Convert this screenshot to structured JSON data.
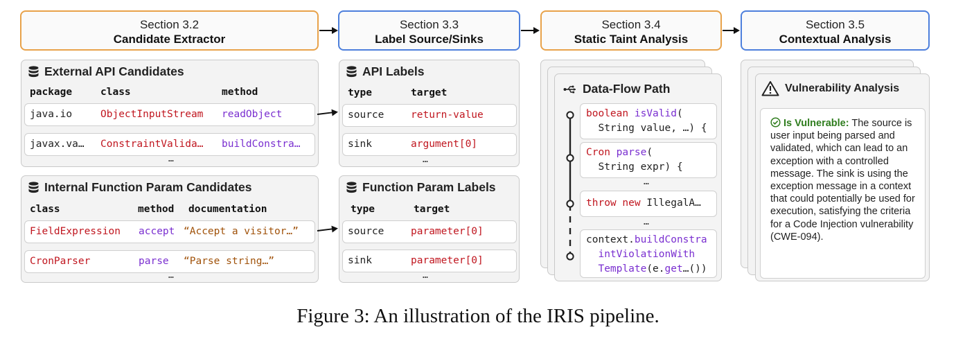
{
  "sections": [
    {
      "num": "Section 3.2",
      "name": "Candidate Extractor"
    },
    {
      "num": "Section 3.3",
      "name": "Label Source/Sinks"
    },
    {
      "num": "Section 3.4",
      "name": "Static Taint Analysis"
    },
    {
      "num": "Section 3.5",
      "name": "Contextual Analysis"
    }
  ],
  "external_api": {
    "title": "External API Candidates",
    "headers": [
      "package",
      "class",
      "method"
    ],
    "rows": [
      [
        "java.io",
        "ObjectInputStream",
        "readObject"
      ],
      [
        "javax.va…",
        "ConstraintValida…",
        "buildConstra…"
      ]
    ],
    "more": "…"
  },
  "internal_fn": {
    "title": "Internal Function Param Candidates",
    "headers": [
      "class",
      "method",
      "documentation"
    ],
    "rows": [
      [
        "FieldExpression",
        "accept",
        "“Accept a visitor…”"
      ],
      [
        "CronParser",
        "parse",
        "“Parse string…”"
      ]
    ],
    "more": "…"
  },
  "api_labels": {
    "title": "API Labels",
    "headers": [
      "type",
      "target"
    ],
    "rows": [
      [
        "source",
        "return-value"
      ],
      [
        "sink",
        "argument[0]"
      ]
    ],
    "more": "…"
  },
  "fn_labels": {
    "title": "Function Param Labels",
    "headers": [
      "type",
      "target"
    ],
    "rows": [
      [
        "source",
        "parameter[0]"
      ],
      [
        "sink",
        "parameter[0]"
      ]
    ],
    "more": "…"
  },
  "dataflow": {
    "title": "Data-Flow Path",
    "step1": {
      "kw": "boolean",
      "fn": "isValid",
      "rest1": "(",
      "line2": "  String value, …) {"
    },
    "step2": {
      "kw": "Cron",
      "fn": "parse",
      "rest1": "(",
      "line2": "  String expr) {"
    },
    "step3": {
      "kw": "throw new",
      "rest": " IllegalA…"
    },
    "step4": {
      "l1a": "context.",
      "l1b": "buildConstra",
      "l2": "  intViolationWith",
      "l3a": "  Template",
      "l3b": "(e.",
      "l3c": "get",
      "l3d": "…())"
    },
    "more1": "…",
    "more2": "…"
  },
  "vuln": {
    "title": "Vulnerability Analysis",
    "label": "Is Vulnerable:",
    "text": "The source is user input being parsed and validated, which can lead to an exception with a controlled message. The sink is using the exception message in a context that could potentially be used for execution, satisfying the criteria for a Code Injection vulnerability (CWE-094)."
  },
  "caption": "Figure 3: An illustration of the IRIS pipeline.",
  "colors": {
    "orange": "#e8a24a",
    "blue": "#4d7fdc",
    "red": "#c0161f",
    "purple": "#7a2fd0",
    "brown": "#a0520a",
    "green": "#2f7d1e"
  },
  "icons": [
    "database-icon",
    "usb-icon",
    "warning-triangle-icon",
    "check-circle-icon"
  ]
}
